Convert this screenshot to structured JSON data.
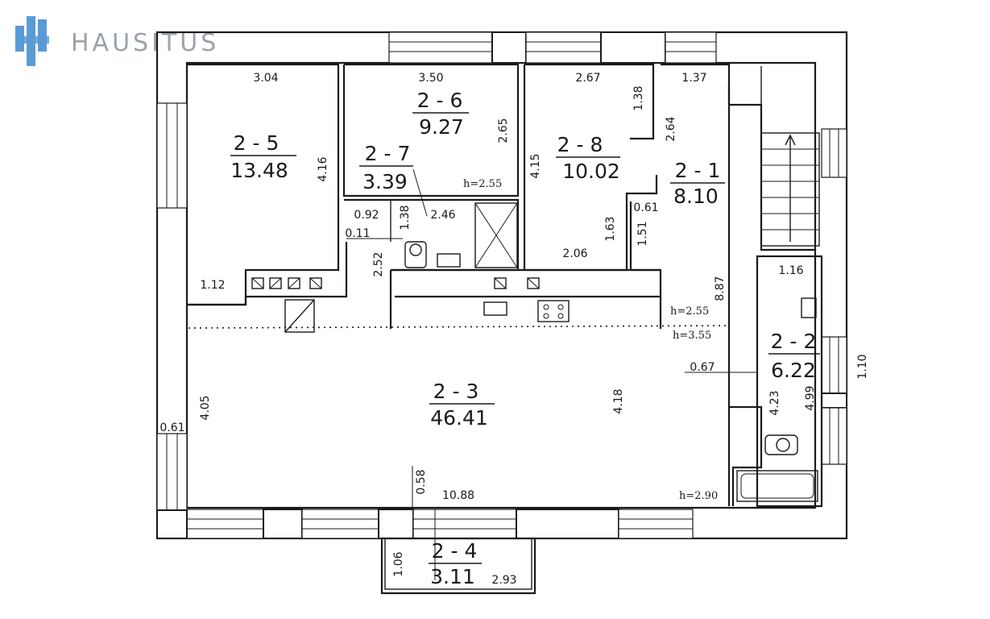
{
  "brand": {
    "name": "HAUSITUS",
    "logo_color": "#5b9bd5",
    "text_color": "#9aa3ad"
  },
  "rooms": [
    {
      "id": "2 - 5",
      "area": "13.48"
    },
    {
      "id": "2 - 6",
      "area": "9.27"
    },
    {
      "id": "2 - 7",
      "area": "3.39"
    },
    {
      "id": "2 - 8",
      "area": "10.02"
    },
    {
      "id": "2 - 1",
      "area": "8.10"
    },
    {
      "id": "2 - 2",
      "area": "6.22"
    },
    {
      "id": "2 - 3",
      "area": "46.41"
    },
    {
      "id": "2 - 4",
      "area": "3.11"
    }
  ],
  "dimensions": [
    "3.04",
    "3.50",
    "2.67",
    "1.37",
    "1.38",
    "2.65",
    "2.64",
    "4.16",
    "4.15",
    "0.92",
    "1.38",
    "2.46",
    "0.11",
    "2.52",
    "1.12",
    "0.61",
    "1.63",
    "1.51",
    "2.06",
    "8.87",
    "1.16",
    "1.10",
    "0.67",
    "4.23",
    "4.99",
    "4.05",
    "0.61",
    "4.18",
    "0.58",
    "10.88",
    "1.06",
    "2.93"
  ],
  "heights": [
    "h=2.55",
    "h=2.55",
    "h=3.55",
    "h=2.90"
  ]
}
